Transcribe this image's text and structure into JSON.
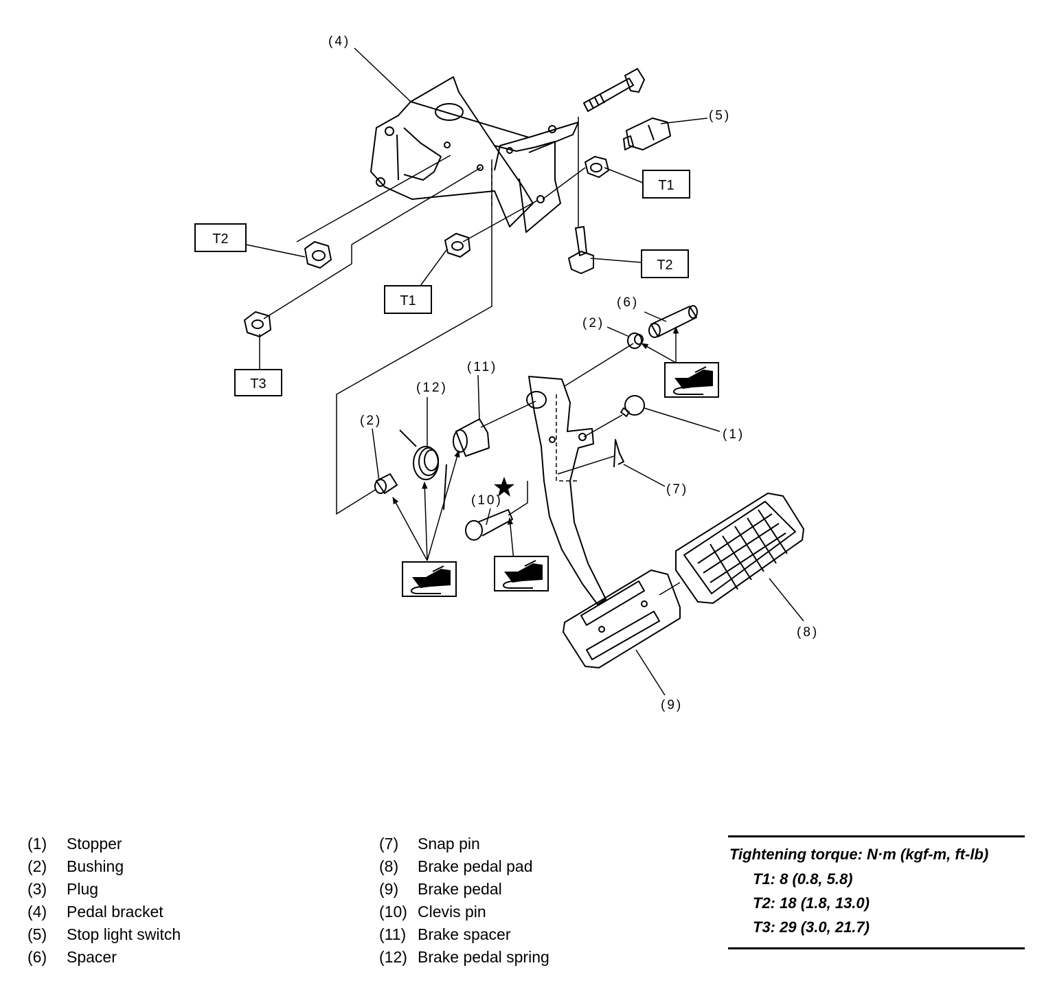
{
  "callouts": {
    "c1": "(1)",
    "c2a": "(2)",
    "c2b": "(2)",
    "c4": "(4)",
    "c5": "(5)",
    "c6": "(6)",
    "c7": "(7)",
    "c8": "(8)",
    "c9": "(9)",
    "c10": "(10)",
    "c11": "(11)",
    "c12": "(12)"
  },
  "torque_tags": {
    "t1_upper": "T1",
    "t1_lower": "T1",
    "t2_left": "T2",
    "t2_right": "T2",
    "t3": "T3"
  },
  "legend_left": [
    {
      "num": "(1)",
      "name": "Stopper"
    },
    {
      "num": "(2)",
      "name": "Bushing"
    },
    {
      "num": "(3)",
      "name": "Plug"
    },
    {
      "num": "(4)",
      "name": "Pedal bracket"
    },
    {
      "num": "(5)",
      "name": "Stop light switch"
    },
    {
      "num": "(6)",
      "name": "Spacer"
    }
  ],
  "legend_right": [
    {
      "num": "(7)",
      "name": "Snap pin"
    },
    {
      "num": "(8)",
      "name": "Brake pedal pad"
    },
    {
      "num": "(9)",
      "name": "Brake pedal"
    },
    {
      "num": "(10)",
      "name": "Clevis pin"
    },
    {
      "num": "(11)",
      "name": "Brake spacer"
    },
    {
      "num": "(12)",
      "name": "Brake pedal spring"
    }
  ],
  "torque_box": {
    "title": "Tightening torque: N·m (kgf-m, ft-lb)",
    "specs": [
      "T1: 8 (0.8, 5.8)",
      "T2: 18 (1.8, 13.0)",
      "T3: 29 (3.0, 21.7)"
    ]
  },
  "icons": [
    "grease-application-icon",
    "star-mark-icon"
  ]
}
